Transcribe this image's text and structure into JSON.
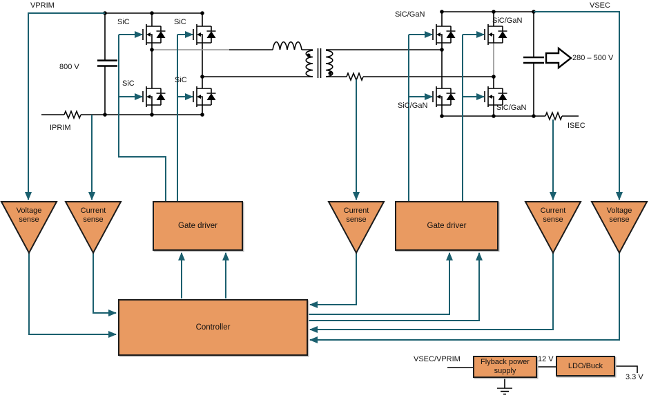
{
  "diagram": {
    "labels": {
      "vprim": "VPRIM",
      "vsec": "VSEC",
      "bus_voltage": "800 V",
      "iprim": "IPRIM",
      "isec": "ISEC",
      "output_range": "280 – 500 V",
      "aux_input": "VSEC/VPRIM",
      "rail_12v": "12 V",
      "rail_3v3": "3.3 V",
      "device_primary": "SiC",
      "device_secondary": "SiC/GaN"
    },
    "blocks": {
      "voltage_sense": {
        "line1": "Voltage",
        "line2": "sense"
      },
      "current_sense": {
        "line1": "Current",
        "line2": "sense"
      },
      "gate_driver": "Gate driver",
      "controller": "Controller",
      "flyback": {
        "line1": "Flyback power",
        "line2": "supply"
      },
      "ldo_buck": "LDO/Buck"
    },
    "colors": {
      "block_fill": "#E99A61",
      "block_border": "#1C1C1C",
      "signal_teal": "#1A5F6E",
      "wire_black": "#000000"
    }
  }
}
